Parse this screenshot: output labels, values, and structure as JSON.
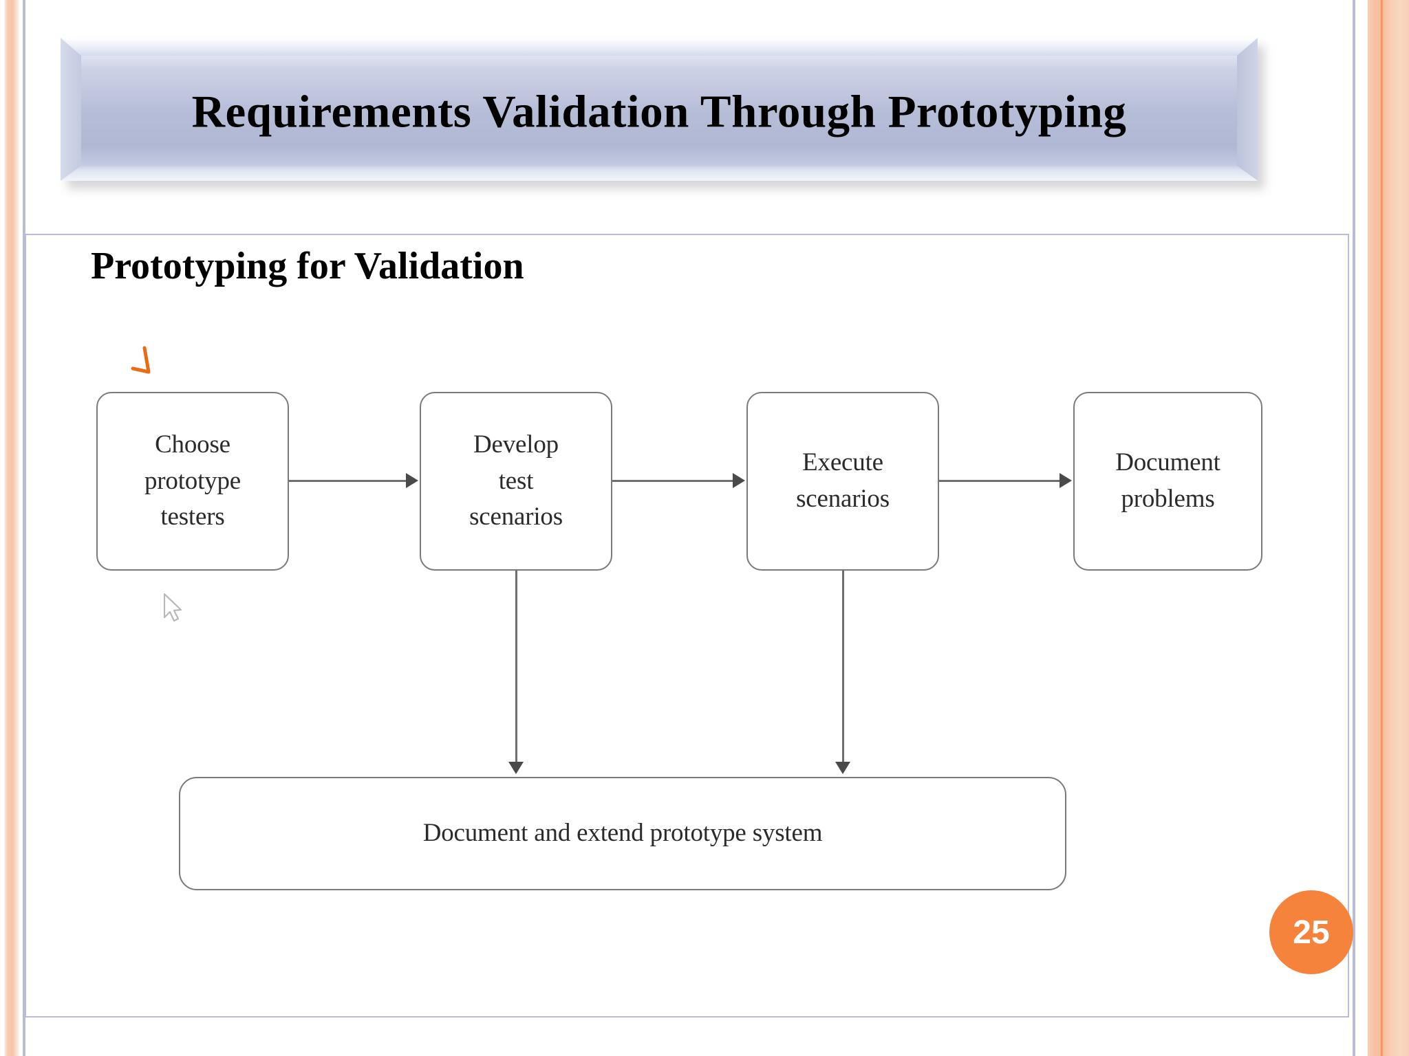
{
  "slide": {
    "title": "Requirements Validation Through Prototyping",
    "section_heading": "Prototyping for Validation",
    "page_number": "25"
  },
  "colors": {
    "banner_fill": "#b6bdd7",
    "banner_highlight": "#fefeff",
    "frame_border": "#b9bcd8",
    "edge_peach": "#f6c0a0",
    "edge_orange_line": "#ef8b4f",
    "badge_orange": "#f5833c",
    "annotation_orange": "#ec6b10",
    "box_border": "#7a7a7a",
    "connector": "#6e6e6e"
  },
  "diagram": {
    "type": "flowchart",
    "title": "Prototyping for Validation",
    "nodes": [
      {
        "id": "choose",
        "label": "Choose\nprototype\ntesters",
        "lines": [
          "Choose",
          "prototype",
          "testers"
        ]
      },
      {
        "id": "develop",
        "label": "Develop\ntest\nscenarios",
        "lines": [
          "Develop",
          "test",
          "scenarios"
        ]
      },
      {
        "id": "execute",
        "label": "Execute\nscenarios",
        "lines": [
          "Execute",
          "scenarios"
        ]
      },
      {
        "id": "document",
        "label": "Document\nproblems",
        "lines": [
          "Document",
          "problems"
        ]
      },
      {
        "id": "extend",
        "label": "Document and extend prototype system",
        "lines": [
          "Document and extend prototype system"
        ]
      }
    ],
    "edges": [
      {
        "from": "choose",
        "to": "develop",
        "direction": "right"
      },
      {
        "from": "develop",
        "to": "execute",
        "direction": "right"
      },
      {
        "from": "execute",
        "to": "document",
        "direction": "right"
      },
      {
        "from": "develop",
        "to": "extend",
        "direction": "down"
      },
      {
        "from": "execute",
        "to": "extend",
        "direction": "down"
      }
    ]
  },
  "annotations": {
    "orange_tick": "hand-drawn orange tick mark above first node",
    "cursor": "mouse pointer arrow below first node"
  }
}
